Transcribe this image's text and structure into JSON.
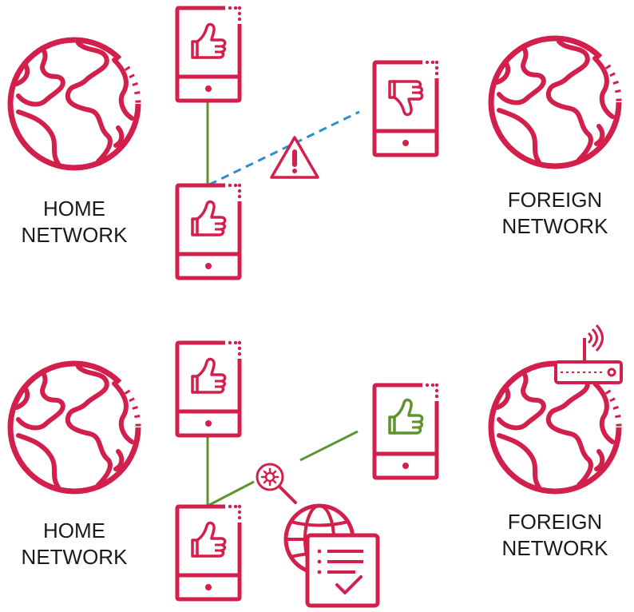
{
  "colors": {
    "primary": "#d21f4b",
    "link_ok": "#5e9430",
    "link_broken": "#2b8fc9",
    "text": "#1a1a1a"
  },
  "top_scenario": {
    "home_label_line1": "HOME",
    "home_label_line2": "NETWORK",
    "foreign_label_line1": "FOREIGN",
    "foreign_label_line2": "NETWORK",
    "icons": [
      "globe-icon",
      "phone-thumbs-up-icon",
      "phone-thumbs-down-icon",
      "warning-icon"
    ]
  },
  "bottom_scenario": {
    "home_label_line1": "HOME",
    "home_label_line2": "NETWORK",
    "foreign_label_line1": "FOREIGN",
    "foreign_label_line2": "NETWORK",
    "icons": [
      "globe-icon",
      "phone-thumbs-up-icon",
      "router-icon",
      "gear-search-icon",
      "web-checklist-icon"
    ]
  }
}
